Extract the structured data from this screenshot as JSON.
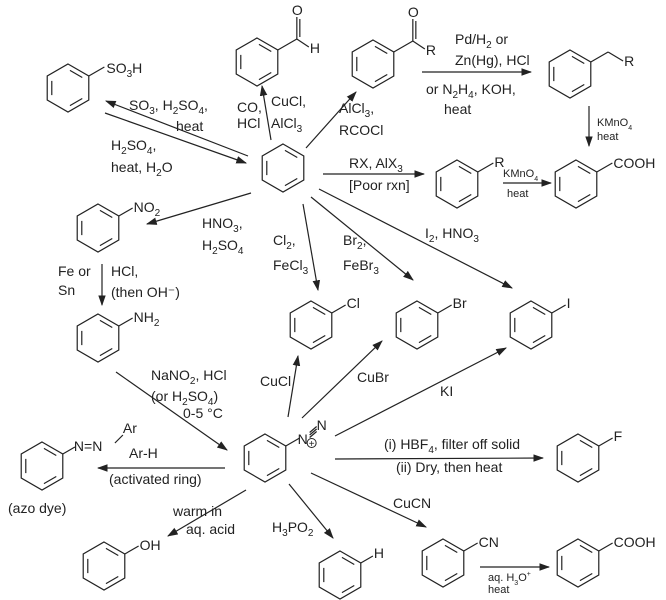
{
  "title": "Reactions of benzene and benzenediazonium salts",
  "molecules": {
    "benzene": {
      "label": ""
    },
    "benzaldehyde": {
      "sub": "H",
      "dbl": "O"
    },
    "acylbenzene": {
      "sub": "R",
      "dbl": "O"
    },
    "alkylbenzene_ch2r": {
      "sub": "R"
    },
    "benzoic_acid_top": {
      "sub": "COOH"
    },
    "alkylbenzene": {
      "sub": "R"
    },
    "benzenesulfonic_acid": {
      "sub": "SO3H"
    },
    "nitrobenzene": {
      "sub": "NO2"
    },
    "aniline": {
      "sub": "NH2"
    },
    "chlorobenzene": {
      "sub": "Cl"
    },
    "bromobenzene": {
      "sub": "Br"
    },
    "iodobenzene": {
      "sub": "I"
    },
    "diazonium": {
      "sub": "N≡N",
      "charge": "+"
    },
    "azo_dye": {
      "sub": "N=N",
      "sub2": "Ar",
      "caption": "(azo dye)"
    },
    "fluorobenzene": {
      "sub": "F"
    },
    "phenol": {
      "sub": "OH"
    },
    "benzene_h": {
      "sub": "H"
    },
    "benzonitrile": {
      "sub": "CN"
    },
    "benzoic_acid_bottom": {
      "sub": "COOH"
    }
  },
  "reactions": [
    {
      "id": "sulfonation",
      "from": "benzene",
      "to": "benzenesulfonic_acid",
      "reagents": [
        "SO3, H2SO4,",
        "heat"
      ]
    },
    {
      "id": "desulfonation",
      "from": "benzenesulfonic_acid",
      "to": "benzene",
      "reagents": [
        "H2SO4,",
        "heat, H2O"
      ]
    },
    {
      "id": "gattermann_koch",
      "from": "benzene",
      "to": "benzaldehyde",
      "reagents": [
        "CO,",
        "HCl",
        "CuCl,",
        "AlCl3"
      ]
    },
    {
      "id": "fc_acylation",
      "from": "benzene",
      "to": "acylbenzene",
      "reagents": [
        "AlCl3,",
        "RCOCl"
      ]
    },
    {
      "id": "reduction",
      "from": "acylbenzene",
      "to": "alkylbenzene_ch2r",
      "reagents": [
        "Pd/H2 or",
        "Zn(Hg), HCl",
        "or N2H4, KOH,",
        "heat"
      ]
    },
    {
      "id": "oxidation_top",
      "from": "alkylbenzene_ch2r",
      "to": "benzoic_acid_top",
      "reagents": [
        "KMnO4",
        "heat"
      ]
    },
    {
      "id": "fc_alkylation",
      "from": "benzene",
      "to": "alkylbenzene",
      "reagents": [
        "RX, AlX3",
        "[Poor rxn]"
      ]
    },
    {
      "id": "oxidation_mid",
      "from": "alkylbenzene",
      "to": "benzoic_acid_top",
      "reagents": [
        "KMnO4",
        "heat"
      ]
    },
    {
      "id": "nitration",
      "from": "benzene",
      "to": "nitrobenzene",
      "reagents": [
        "HNO3,",
        "H2SO4"
      ]
    },
    {
      "id": "nitro_reduction",
      "from": "nitrobenzene",
      "to": "aniline",
      "reagents": [
        "Fe or",
        "Sn",
        "HCl,",
        "(then OH⁻)"
      ]
    },
    {
      "id": "chlorination",
      "from": "benzene",
      "to": "chlorobenzene",
      "reagents": [
        "Cl2,",
        "FeCl3"
      ]
    },
    {
      "id": "bromination",
      "from": "benzene",
      "to": "bromobenzene",
      "reagents": [
        "Br2,",
        "FeBr3"
      ]
    },
    {
      "id": "iodination",
      "from": "benzene",
      "to": "iodobenzene",
      "reagents": [
        "I2, HNO3"
      ]
    },
    {
      "id": "diazotization",
      "from": "aniline",
      "to": "diazonium",
      "reagents": [
        "NaNO2, HCl",
        "(or H2SO4)",
        "0-5 °C"
      ]
    },
    {
      "id": "sandmeyer_cl",
      "from": "diazonium",
      "to": "chlorobenzene",
      "reagents": [
        "CuCl"
      ]
    },
    {
      "id": "sandmeyer_br",
      "from": "diazonium",
      "to": "bromobenzene",
      "reagents": [
        "CuBr"
      ]
    },
    {
      "id": "iodide",
      "from": "diazonium",
      "to": "iodobenzene",
      "reagents": [
        "KI"
      ]
    },
    {
      "id": "azo_coupling",
      "from": "diazonium",
      "to": "azo_dye",
      "reagents": [
        "Ar-H",
        "(activated ring)"
      ]
    },
    {
      "id": "schiemann",
      "from": "diazonium",
      "to": "fluorobenzene",
      "reagents": [
        "(i) HBF4, filter off solid",
        "(ii) Dry, then heat"
      ]
    },
    {
      "id": "hydrolysis",
      "from": "diazonium",
      "to": "phenol",
      "reagents": [
        "warm in",
        "aq. acid"
      ]
    },
    {
      "id": "deamination",
      "from": "diazonium",
      "to": "benzene_h",
      "reagents": [
        "H3PO2"
      ]
    },
    {
      "id": "sandmeyer_cn",
      "from": "diazonium",
      "to": "benzonitrile",
      "reagents": [
        "CuCN"
      ]
    },
    {
      "id": "nitrile_hydrolysis",
      "from": "benzonitrile",
      "to": "benzoic_acid_bottom",
      "reagents": [
        "aq. H3O+",
        "heat"
      ]
    }
  ]
}
